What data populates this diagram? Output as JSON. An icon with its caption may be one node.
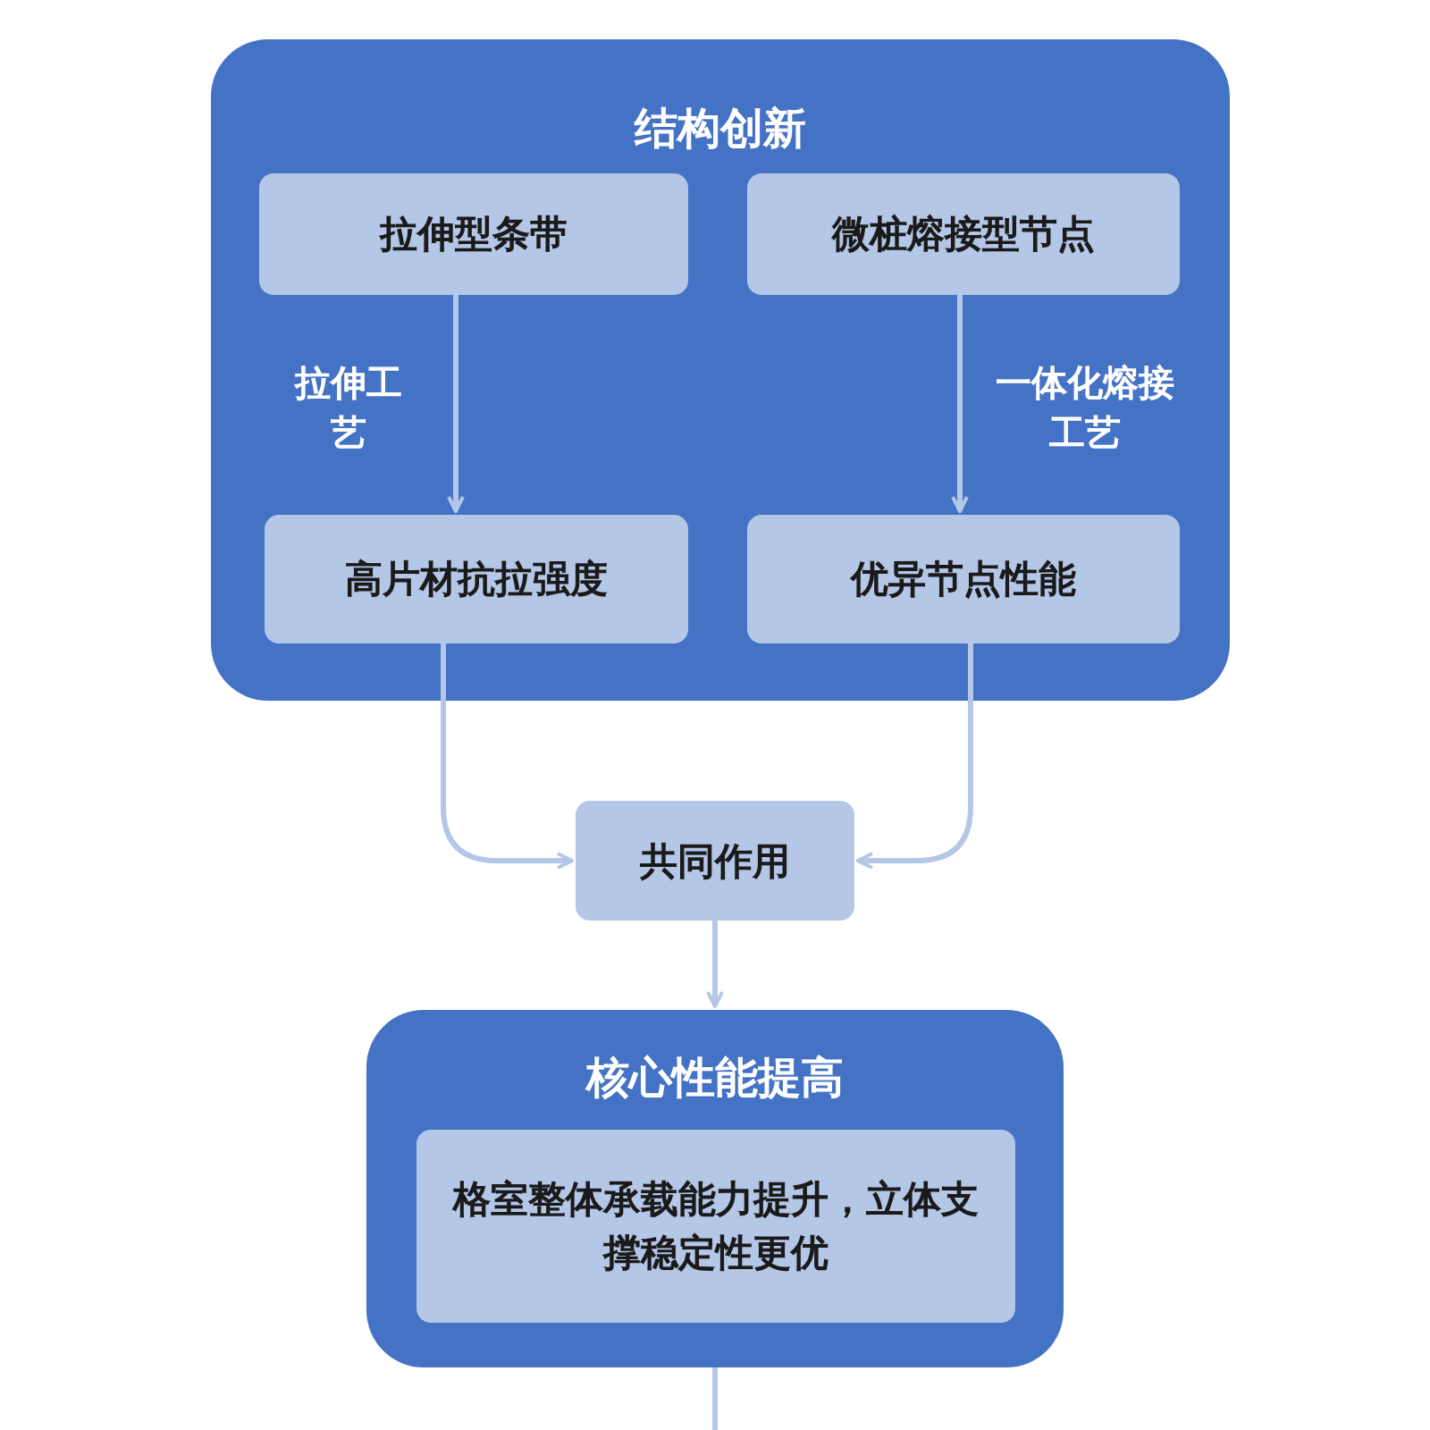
{
  "diagram": {
    "nodes": [
      {
        "text": [
          "结构创新"
        ]
      },
      {
        "text": [
          "拉伸型条带"
        ],
        "in": 0
      },
      {
        "text": [
          "微桩熔接型节点"
        ],
        "in": 0
      },
      {
        "text": [
          "高片材抗拉强度"
        ],
        "in": 0
      },
      {
        "text": [
          "优异节点性能"
        ],
        "in": 0
      },
      {
        "text": [
          "共同作用"
        ]
      },
      {
        "text": [
          "核心性能提高"
        ]
      },
      {
        "text": [
          "格室整体承载能力提升，立体支撑稳定性更优"
        ],
        "in": 6
      }
    ],
    "edges": [
      {
        "from": 1,
        "to": 3,
        "arrow": "to",
        "label": "拉伸工艺"
      },
      {
        "from": 2,
        "to": 4,
        "arrow": "to",
        "label": "一体化熔接工艺"
      },
      {
        "from": 3,
        "to": 5,
        "arrow": "to"
      },
      {
        "from": 4,
        "to": 5,
        "arrow": "to"
      },
      {
        "from": 5,
        "to": 6,
        "arrow": "to"
      },
      {
        "from": 6,
        "to": null,
        "arrow": "none"
      }
    ]
  }
}
